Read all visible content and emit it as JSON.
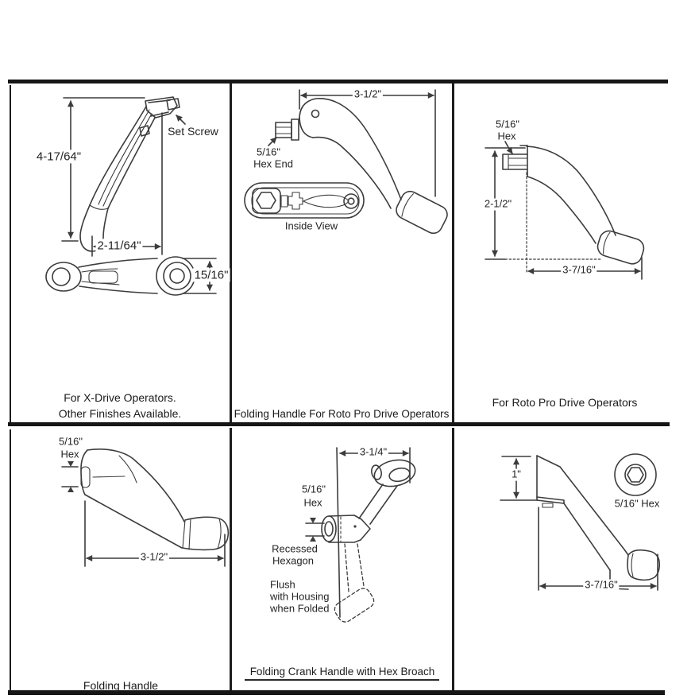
{
  "colors": {
    "ink": "#3c3c3c",
    "text": "#242424",
    "border": "#161616"
  },
  "panels": [
    {
      "key": "x_drive_curved_handle",
      "caption_line1": "For X-Drive Operators.",
      "caption_line2": "Other Finishes Available.",
      "labels": {
        "set_screw": "Set Screw",
        "height": "4-17/64\"",
        "width": "2-11/64\"",
        "side_height": "15/16\""
      }
    },
    {
      "key": "folding_handle_roto_pro",
      "caption_line1": "Folding Handle For Roto Pro Drive Operators",
      "labels": {
        "length": "3-1/2\"",
        "hex_l1": "5/16\"",
        "hex_l2": "Hex End",
        "inside_view": "Inside View"
      }
    },
    {
      "key": "roto_pro_handle",
      "caption_line1": "For Roto Pro Drive Operators",
      "labels": {
        "hex_l1": "5/16\"",
        "hex_l2": "Hex",
        "height": "2-1/2\"",
        "width": "3-7/16\""
      }
    },
    {
      "key": "folding_handle",
      "caption_line1": "Folding Handle",
      "labels": {
        "hex_l1": "5/16\"",
        "hex_l2": "Hex",
        "length": "3-1/2\""
      }
    },
    {
      "key": "folding_crank_hex_broach",
      "caption_line1": "Folding Crank Handle with Hex Broach",
      "labels": {
        "length": "3-1/4\"",
        "hex_l1": "5/16\"",
        "hex_l2": "Hex",
        "recessed_l1": "Recessed",
        "recessed_l2": "Hexagon",
        "flush_l1": "Flush",
        "flush_l2": "with Housing",
        "flush_l3": "when Folded"
      }
    },
    {
      "key": "angled_crank_handle",
      "labels": {
        "height": "1\"",
        "hex": "5/16\" Hex",
        "width": "3-7/16\""
      }
    }
  ]
}
